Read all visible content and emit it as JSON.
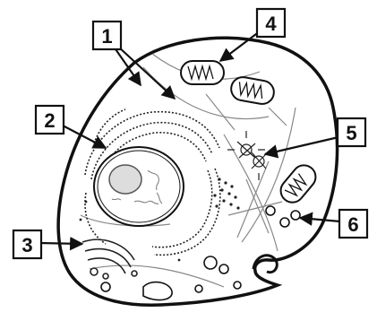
{
  "diagram": {
    "labels": [
      {
        "id": "label-1",
        "text": "1"
      },
      {
        "id": "label-2",
        "text": "2"
      },
      {
        "id": "label-3",
        "text": "3"
      },
      {
        "id": "label-4",
        "text": "4"
      },
      {
        "id": "label-5",
        "text": "5"
      },
      {
        "id": "label-6",
        "text": "6"
      }
    ]
  }
}
